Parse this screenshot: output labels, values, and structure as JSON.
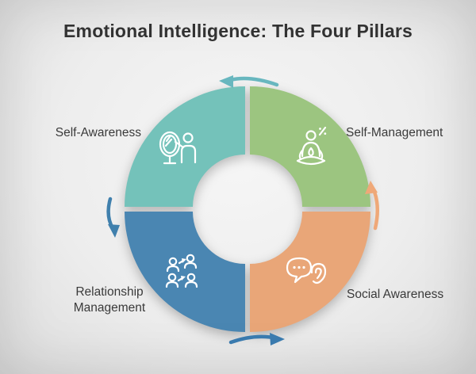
{
  "title": "Emotional Intelligence: The Four Pillars",
  "colors": {
    "text": "#333333",
    "icon_stroke": "#ffffff"
  },
  "pillars": [
    {
      "name": "Self-Awareness",
      "label_lines": [
        "Self-Awareness"
      ],
      "color": "#74c2ba",
      "position": "top-left",
      "icon": "mirror-person-icon"
    },
    {
      "name": "Self-Management",
      "label_lines": [
        "Self-Management"
      ],
      "color": "#9cc580",
      "position": "top-right",
      "icon": "meditation-icon"
    },
    {
      "name": "Relationship Management",
      "label_lines": [
        "Relationship",
        "Management"
      ],
      "color": "#4a86b2",
      "position": "bottom-left",
      "icon": "team-network-icon"
    },
    {
      "name": "Social Awareness",
      "label_lines": [
        "Social Awareness"
      ],
      "color": "#e9a678",
      "position": "bottom-right",
      "icon": "chat-ear-icon"
    }
  ],
  "arrows": [
    {
      "position": "top",
      "direction": "left",
      "color": "#68b7bf"
    },
    {
      "position": "left",
      "direction": "down",
      "color": "#4080ad"
    },
    {
      "position": "bottom",
      "direction": "right",
      "color": "#3a7cb1"
    },
    {
      "position": "right",
      "direction": "up",
      "color": "#efa878"
    }
  ]
}
